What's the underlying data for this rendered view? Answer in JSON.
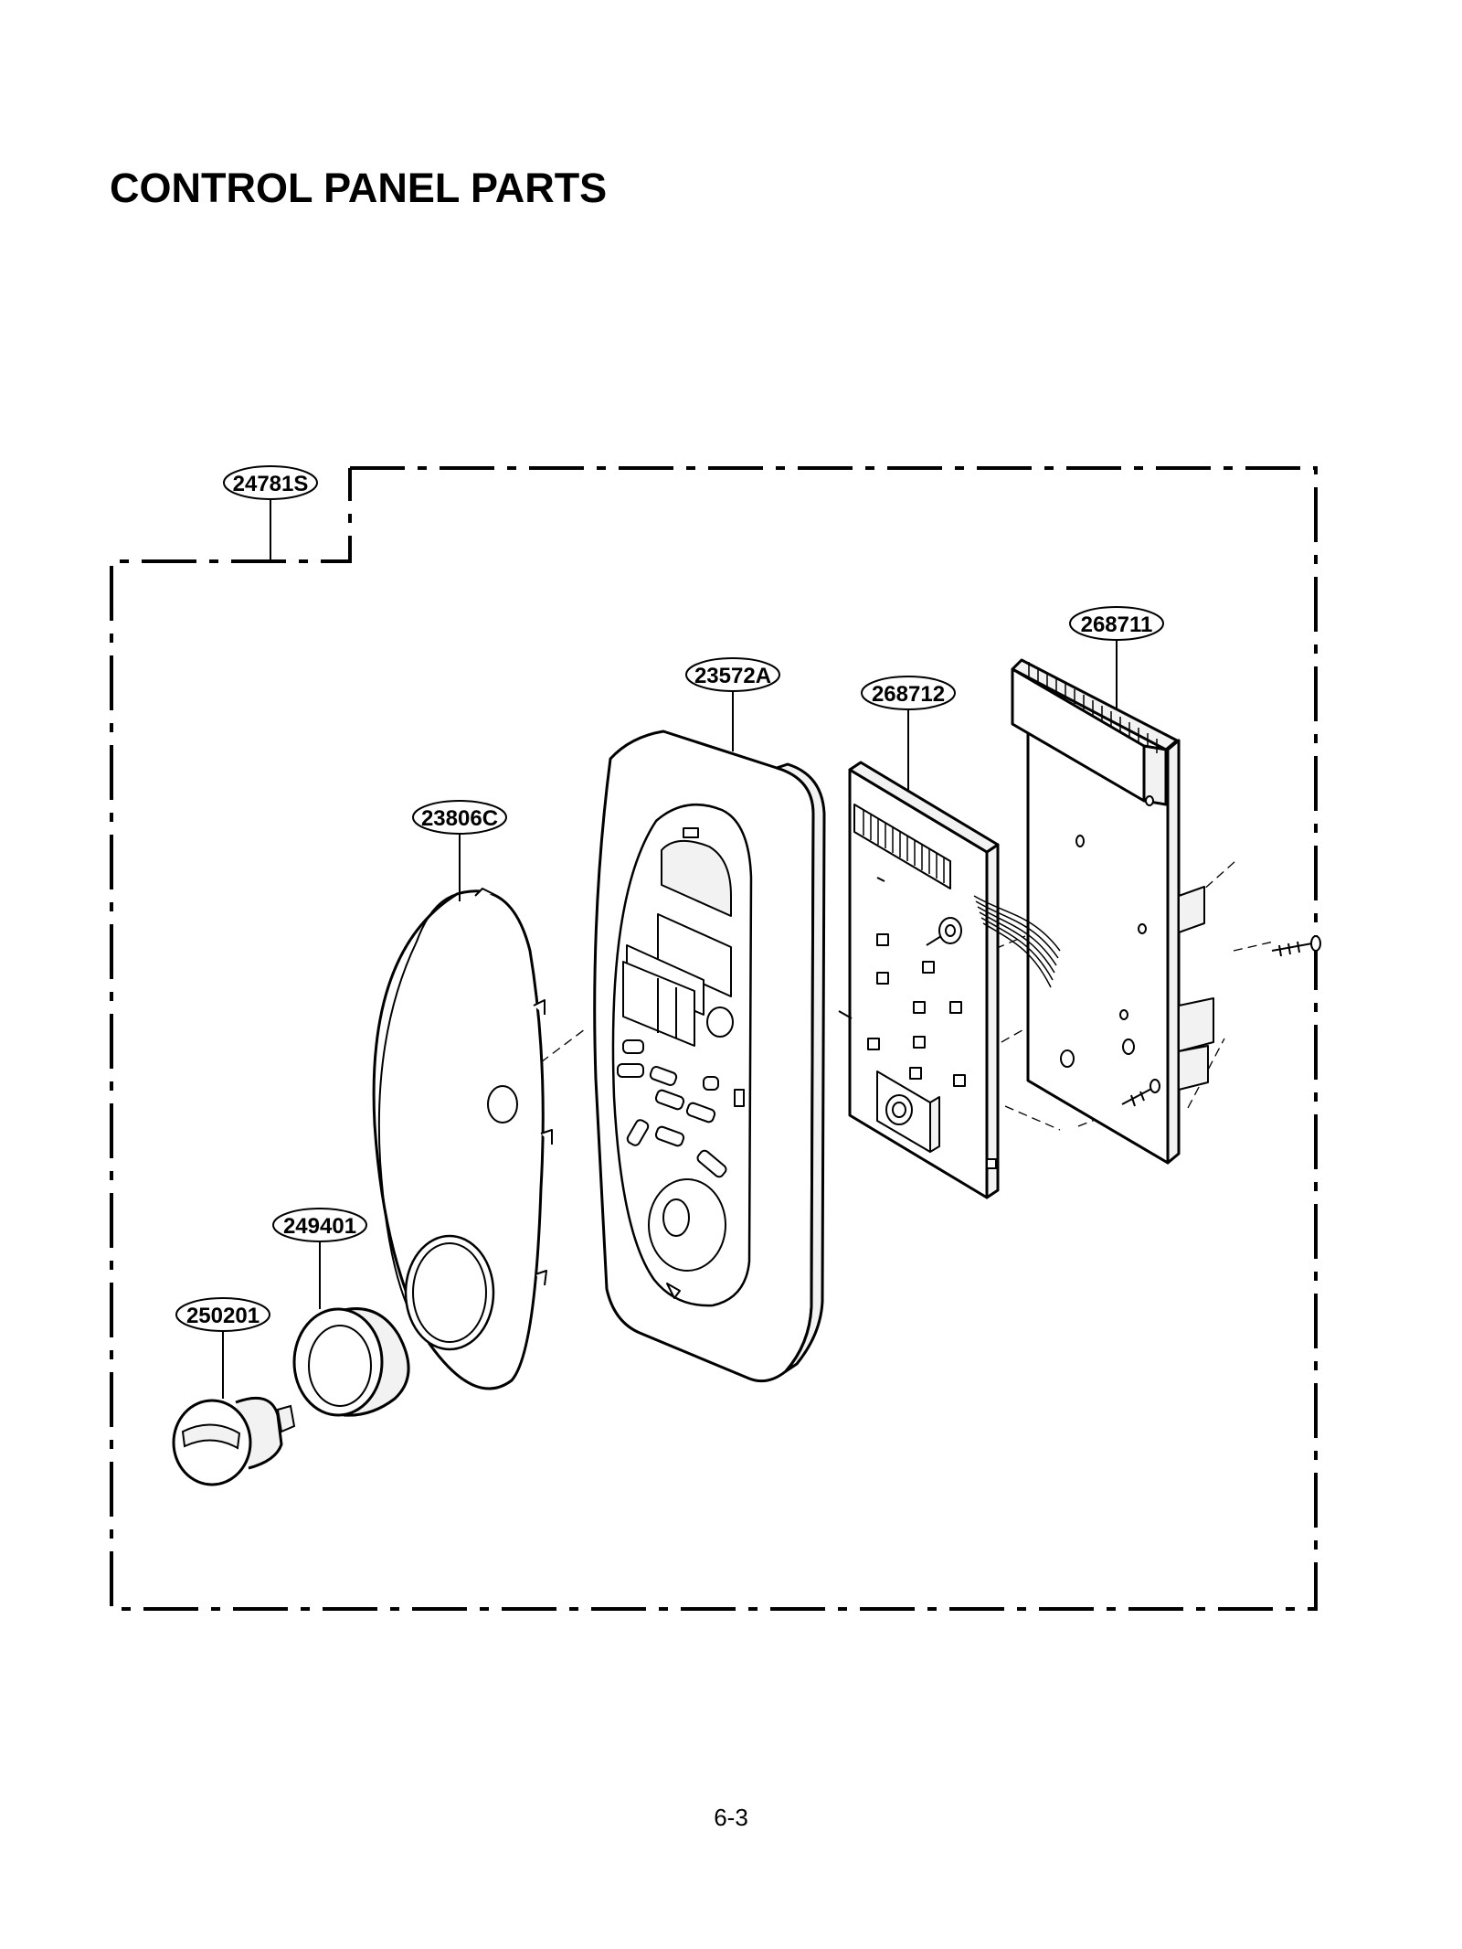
{
  "page": {
    "title": "CONTROL PANEL PARTS",
    "page_number": "6-3"
  },
  "callouts": {
    "assembly": "24781S",
    "pcb_main": "268711",
    "panel_frame": "23572A",
    "pcb_sub": "268712",
    "window_sheet": "23806C",
    "knob_ring": "249401",
    "knob": "250201"
  },
  "colors": {
    "line": "#000000",
    "part_fill": "#f2f2f2",
    "background": "#ffffff"
  }
}
